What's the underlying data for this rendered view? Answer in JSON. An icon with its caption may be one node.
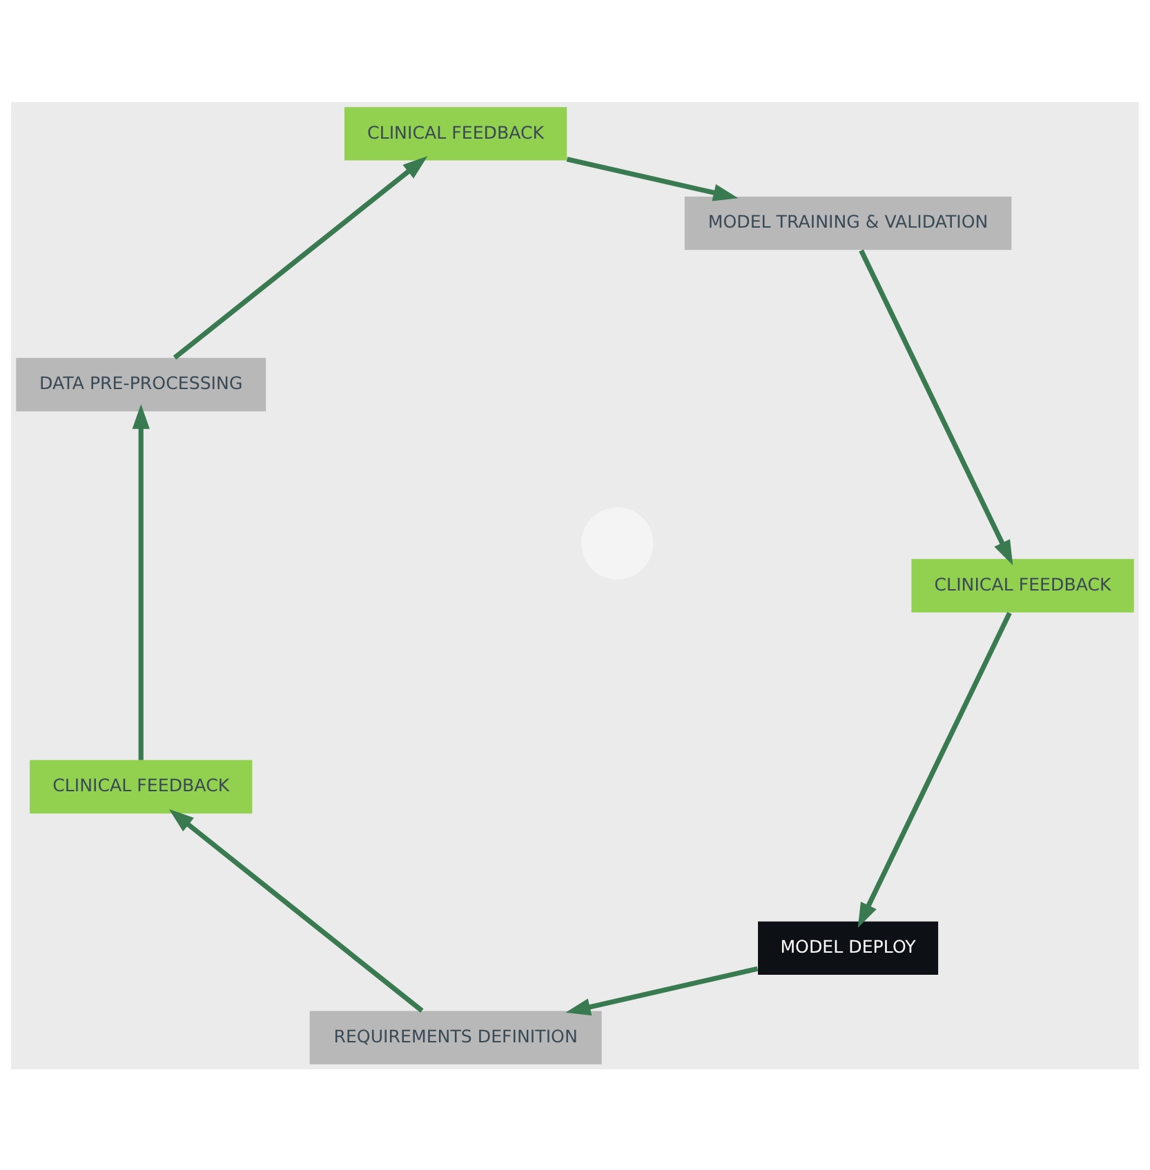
{
  "diagram": {
    "nodes": [
      {
        "text": [
          "MODEL DEPLOY"
        ]
      },
      {
        "text": [
          "REQUIREMENTS DEFINITION"
        ]
      },
      {
        "text": [
          "CLINICAL FEEDBACK"
        ]
      },
      {
        "text": [
          "DATA PRE-PROCESSING"
        ]
      },
      {
        "text": [
          "CLINICAL FEEDBACK"
        ]
      },
      {
        "text": [
          "MODEL TRAINING & VALIDATION"
        ]
      },
      {
        "text": [
          "CLINICAL FEEDBACK"
        ]
      },
      {
        "text": [],
        "shape": "circle"
      }
    ],
    "edges": [
      {
        "from": 0,
        "to": 1,
        "arrow": "to"
      },
      {
        "from": 1,
        "to": 2,
        "arrow": "to"
      },
      {
        "from": 2,
        "to": 3,
        "arrow": "to"
      },
      {
        "from": 3,
        "to": 4,
        "arrow": "to"
      },
      {
        "from": 4,
        "to": 5,
        "arrow": "to"
      },
      {
        "from": 5,
        "to": 6,
        "arrow": "to"
      },
      {
        "from": 6,
        "to": 0,
        "arrow": "to"
      }
    ]
  }
}
